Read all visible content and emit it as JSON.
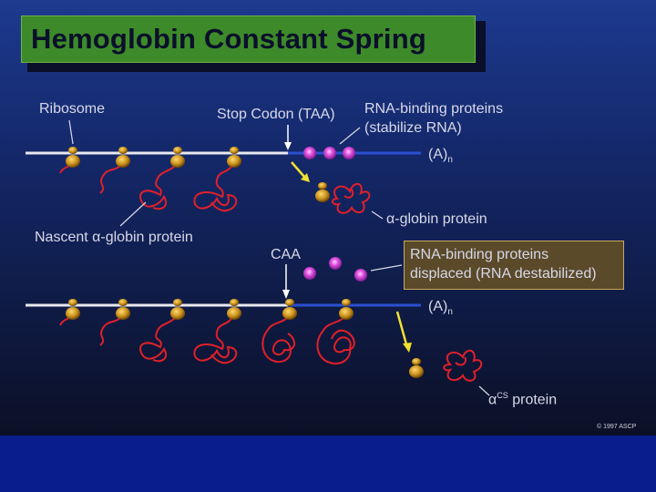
{
  "title": "Hemoglobin Constant Spring",
  "labels": {
    "ribosome": "Ribosome",
    "stop_codon": "Stop Codon (TAA)",
    "rna_binding_1": "RNA-binding proteins",
    "rna_binding_2": "(stabilize RNA)",
    "polya_top": "(A)",
    "polya_sub": "n",
    "alpha_globin_protein": "α-globin protein",
    "nascent": "Nascent α-globin protein",
    "caa": "CAA",
    "displaced_1": "RNA-binding proteins",
    "displaced_2": "displaced (RNA destabilized)",
    "polya_bottom": "(A)",
    "alpha_cs_symbol": "α",
    "alpha_cs_sup": "CS",
    "alpha_cs_text": " protein",
    "copyright": "© 1997 ASCP"
  },
  "colors": {
    "background": "#14286a",
    "title_bg": "#3d8a2a",
    "mrna_coding": "#e8e8f0",
    "mrna_utr": "#2a4fd0",
    "ribosome": "#c8901a",
    "protein": "#e0202a",
    "binding_protein": "#d040d0",
    "arrow": "#f0e030"
  }
}
